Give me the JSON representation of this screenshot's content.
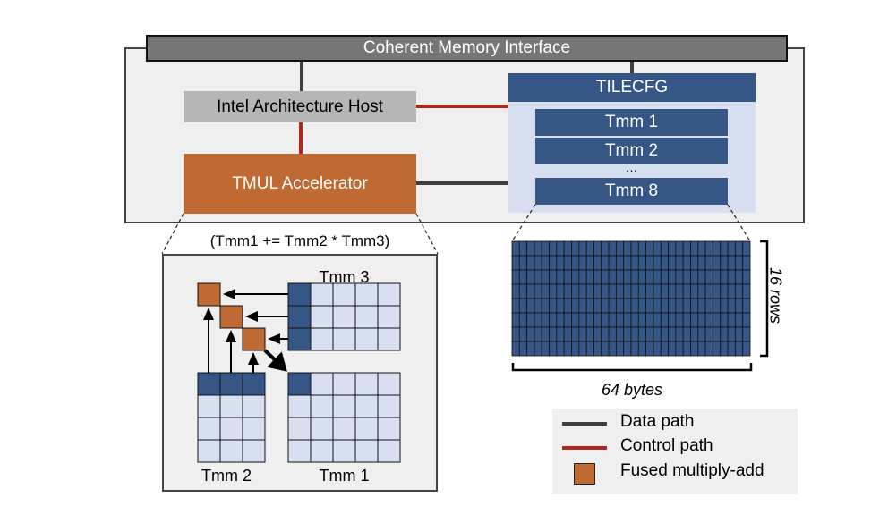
{
  "memory_interface": {
    "label": "Coherent Memory Interface"
  },
  "host": {
    "label": "Intel Architecture Host"
  },
  "accelerator": {
    "label": "TMUL Accelerator"
  },
  "tile_config": {
    "label": "TILECFG",
    "registers": [
      "Tmm 1",
      "Tmm 2",
      "Tmm 8"
    ],
    "ellipsis": "…"
  },
  "detail": {
    "formula": "(Tmm1 += Tmm2 * Tmm3)",
    "tmm3_label": "Tmm 3",
    "tmm2_label": "Tmm 2",
    "tmm1_label": "Tmm 1",
    "tmm3_grid": {
      "rows": 3,
      "cols": 5,
      "highlight": "first-column"
    },
    "tmm2_grid": {
      "rows": 4,
      "cols": 3,
      "highlight": "first-row"
    },
    "tmm1_grid": {
      "rows": 4,
      "cols": 5,
      "highlight": "first-cell"
    },
    "fma_units": 3
  },
  "tile_register": {
    "rows_label": "16 rows",
    "width_label": "64 bytes",
    "drawn_rows": 8,
    "drawn_cols": 32
  },
  "legend": {
    "items": [
      {
        "label": "Data path",
        "type": "line",
        "color": "#3f3f3f"
      },
      {
        "label": "Control path",
        "type": "line",
        "color": "#b3261e"
      },
      {
        "label": "Fused multiply-add",
        "type": "square",
        "color": "#c06a33"
      }
    ]
  },
  "colors": {
    "tile_dark": "#365785",
    "tile_light": "#d8dff1",
    "accelerator": "#c06a33",
    "host": "#b6b6b6",
    "memory_interface": "#767676",
    "data_path": "#3f3f3f",
    "control_path": "#b3261e"
  }
}
